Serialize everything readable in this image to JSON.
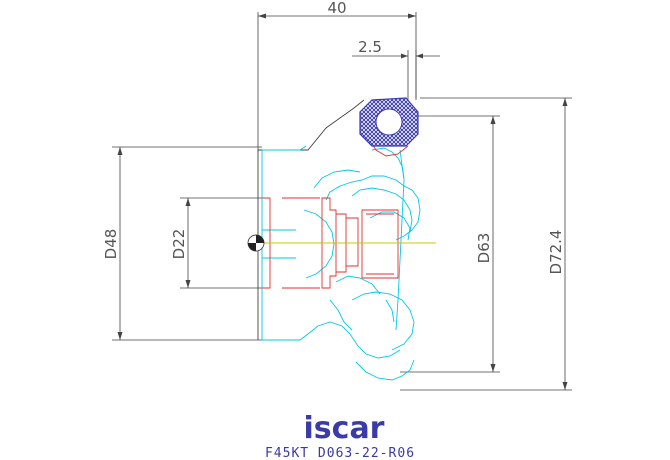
{
  "dimensions": {
    "overall_length": "40",
    "insert_offset": "2.5",
    "body_diameter": "D48",
    "bore_diameter": "D22",
    "cutting_diameter": "D63",
    "max_diameter": "D72.4"
  },
  "logo": {
    "text": "iscar"
  },
  "caption": {
    "designation": "F45KT  D063-22-R06"
  },
  "colors": {
    "dimension_lines": "#444444",
    "cutter_profile": "#00c8e8",
    "bore_section": "#e03030",
    "insert": "#3b3bb0",
    "centerline": "#c8c800",
    "logo": "#3b3ba8"
  }
}
